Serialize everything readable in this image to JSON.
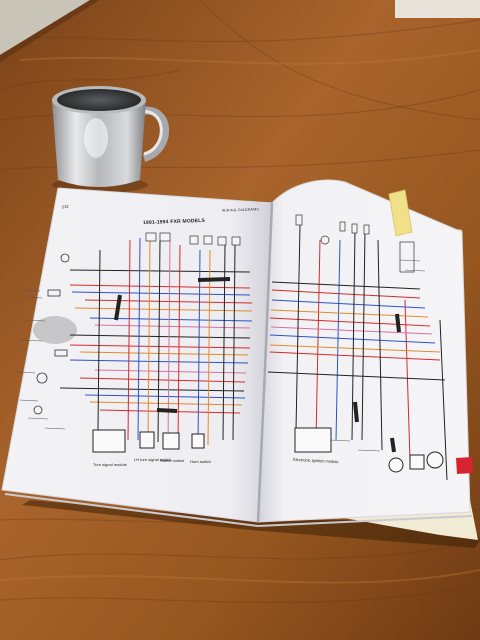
{
  "scene": {
    "description_free": true,
    "colors": {
      "table_wood": "#8a4f22",
      "table_wood_light": "#b06a30",
      "page_white": "#f4f4f6",
      "mug_steel": "#c9cbcd",
      "sticky_note": "#f0e08a",
      "red_tab": "#d8232f",
      "wire_red": "#d42a2a",
      "wire_blue": "#2d52c8",
      "wire_orange": "#e08a2a",
      "wire_pink": "#d86fa0",
      "wire_black": "#222222"
    },
    "icons": [
      "steel-mug-icon",
      "sticky-note-icon"
    ]
  },
  "book": {
    "left_page": {
      "page_number": "232",
      "title": "1991-1994 FXR MODELS",
      "labels": {
        "turn_signal_module": "Turn signal module",
        "lh_turn_signal_switch": "LH turn signal switch",
        "starter_switch": "Starter switch",
        "horn_switch": "Horn switch"
      }
    },
    "right_page": {
      "header": "WIRING DIAGRAMS",
      "labels": {
        "ignition_module": "Electronic ignition module"
      }
    }
  }
}
